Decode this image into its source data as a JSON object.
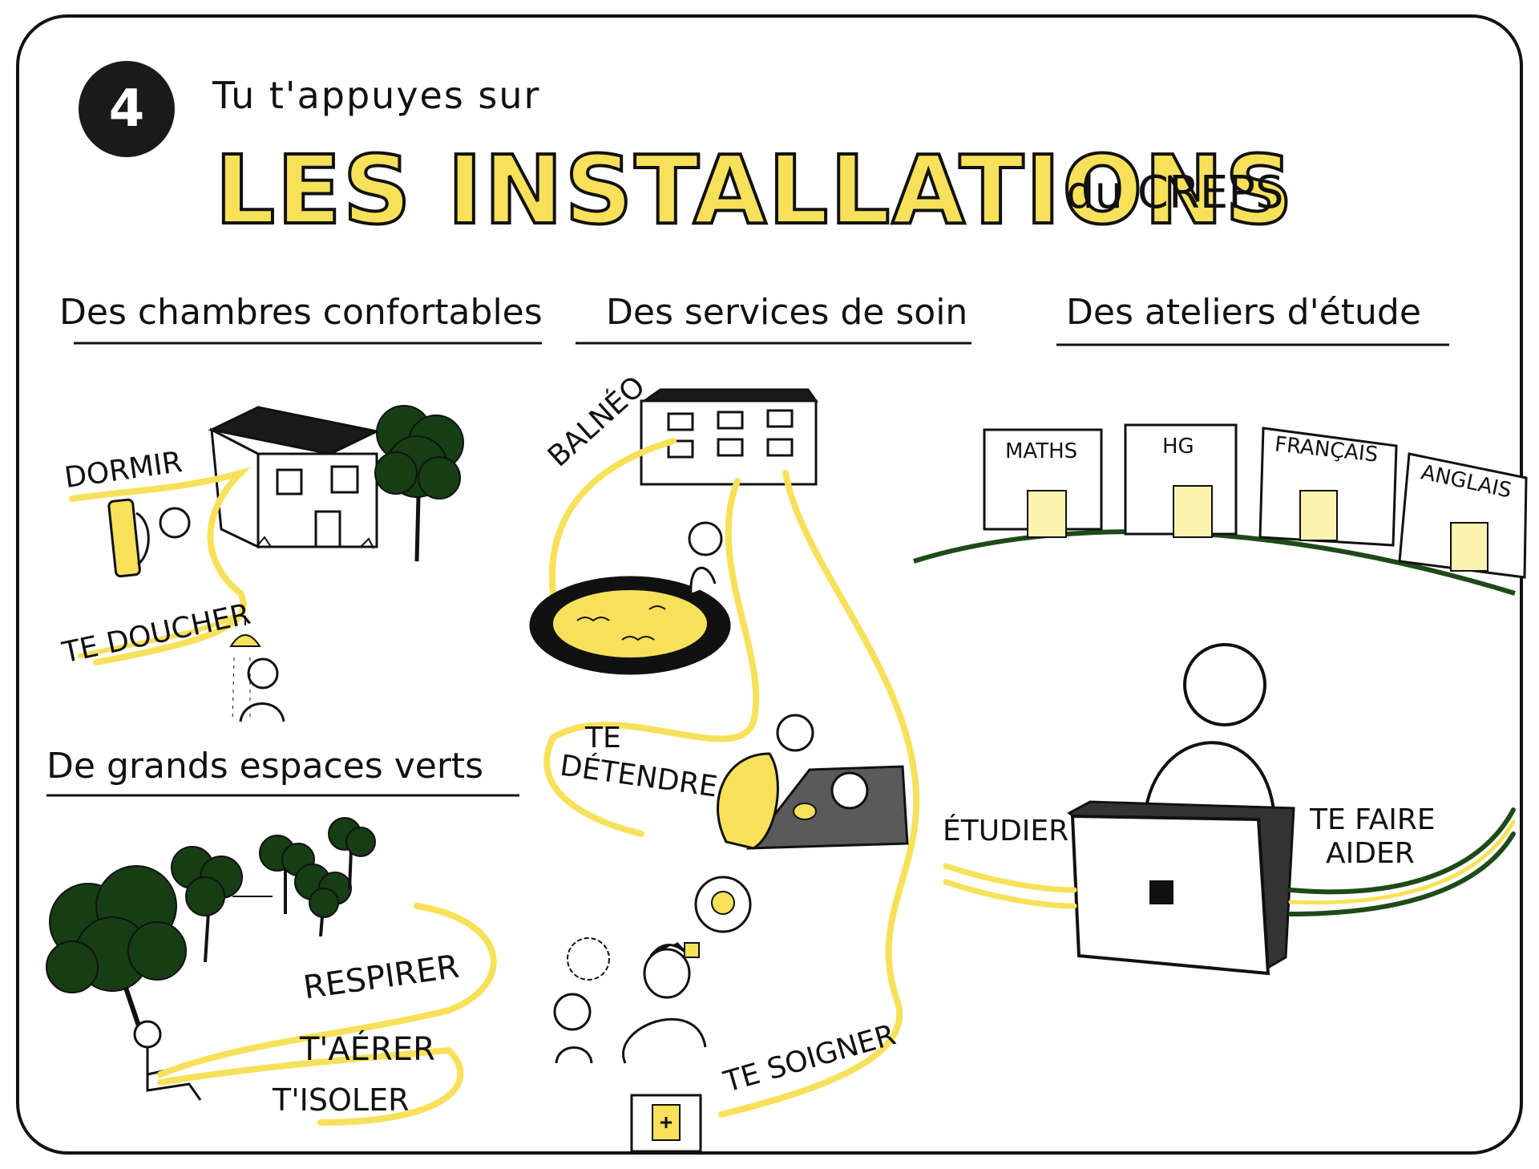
{
  "step": "4",
  "headline": {
    "pre": "Tu t'appuyes sur",
    "main": "LES INSTALLATIONS",
    "post": "du CREPS"
  },
  "sections": {
    "chambres": {
      "title": "Des chambres confortables",
      "actions": [
        "DORMIR",
        "TE DOUCHER"
      ]
    },
    "espaces": {
      "title": "De grands espaces verts",
      "actions": [
        "RESPIRER",
        "T'AÉRER",
        "T'ISOLER"
      ]
    },
    "soin": {
      "title": "Des services de soin",
      "actions": [
        "BALNÉO",
        "TE DÉTENDRE",
        "TE SOIGNER"
      ],
      "detendre_lines": [
        "TE",
        "DÉTENDRE"
      ]
    },
    "ateliers": {
      "title": "Des ateliers d'étude",
      "rooms": [
        "MATHS",
        "HG",
        "FRANÇAIS",
        "ANGLAIS"
      ],
      "actions": [
        "ÉTUDIER",
        "TE FAIRE AIDER"
      ],
      "aider_lines": [
        "TE FAIRE",
        "AIDER"
      ]
    }
  },
  "colors": {
    "yellow": "#f7e15a",
    "pale_yellow": "#fdf3b0",
    "dark_green": "#1e4a18",
    "tree_green": "#163d14",
    "ink": "#111111",
    "grey": "#5a5a5a"
  },
  "icons": [
    "house-icon",
    "tree-icon",
    "person-icon",
    "shower-icon",
    "pool-icon",
    "massage-table-icon",
    "nurse-icon",
    "first-aid-kit-icon",
    "lightbulb-icon",
    "briefcase-icon",
    "classroom-icon"
  ]
}
